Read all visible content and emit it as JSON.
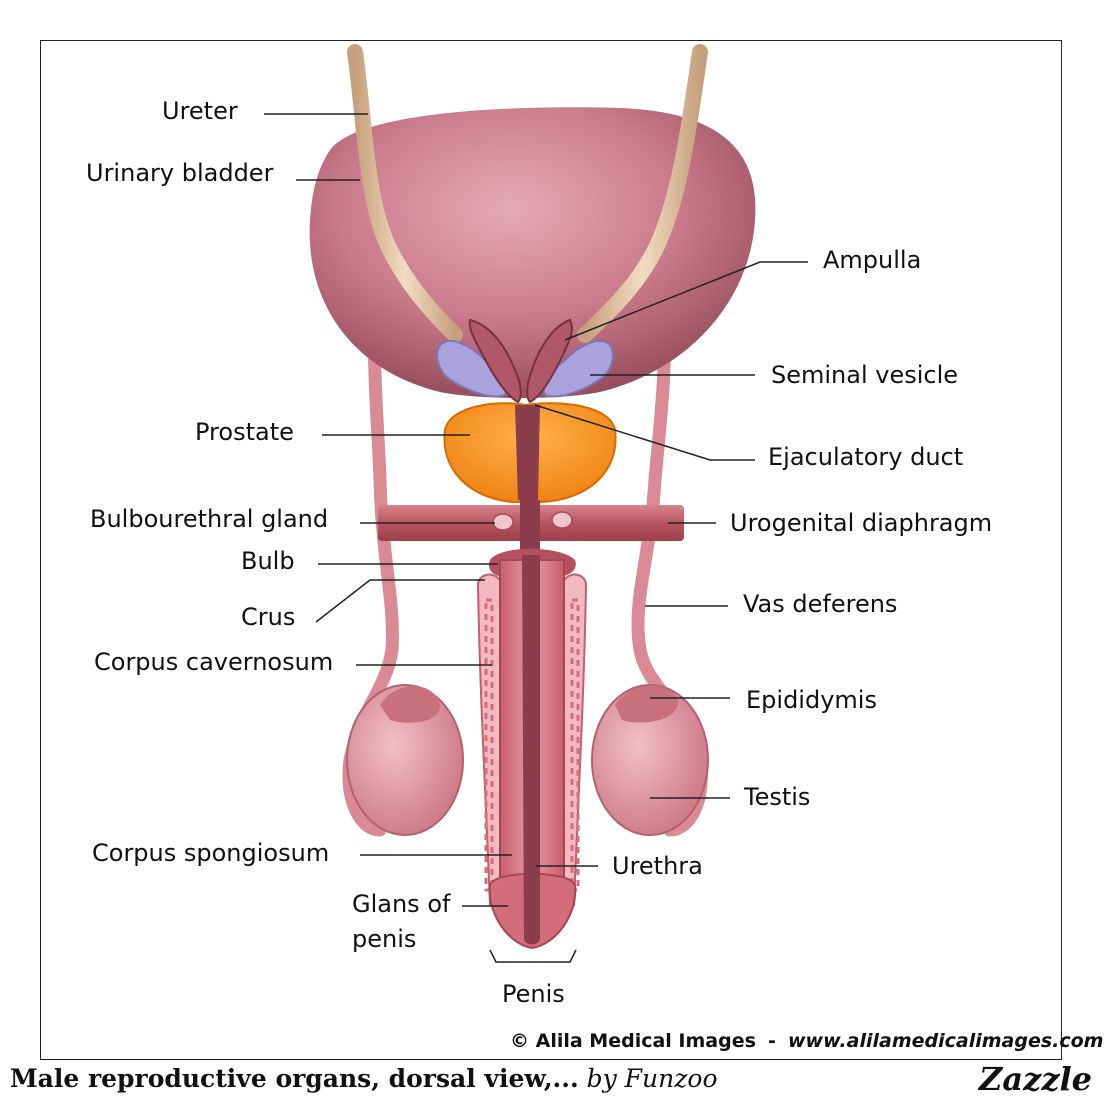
{
  "diagram": {
    "labels": {
      "ureter": "Ureter",
      "urinary_bladder": "Urinary bladder",
      "ampulla": "Ampulla",
      "seminal_vesicle": "Seminal  vesicle",
      "prostate": "Prostate",
      "ejaculatory_duct": "Ejaculatory duct",
      "bulbourethral_gland": "Bulbourethral gland",
      "urogenital_diaphragm": "Urogenital diaphragm",
      "bulb": "Bulb",
      "crus": "Crus",
      "vas_deferens": "Vas deferens",
      "corpus_cavernosum": "Corpus cavernosum",
      "epididymis": "Epididymis",
      "testis": "Testis",
      "corpus_spongiosum": "Corpus spongiosum",
      "urethra": "Urethra",
      "glans_line1": "Glans of",
      "glans_line2": "penis",
      "penis": "Penis"
    },
    "credit": {
      "copyright": "© Alila Medical Images",
      "separator": "-",
      "url": "www.alilamedicalimages.com"
    },
    "colors": {
      "bladder": "#b86577",
      "ureter": "#e2c29f",
      "prostate": "#f39222",
      "seminal_vesicle": "#aaa2dc",
      "tissue": "#d98a93",
      "diaphragm": "#c46a72",
      "testis": "#e7a4ae"
    }
  },
  "footer": {
    "title": "Male reproductive organs, dorsal view,...",
    "byline": "by Funzoo",
    "brand": "Zazzle"
  }
}
